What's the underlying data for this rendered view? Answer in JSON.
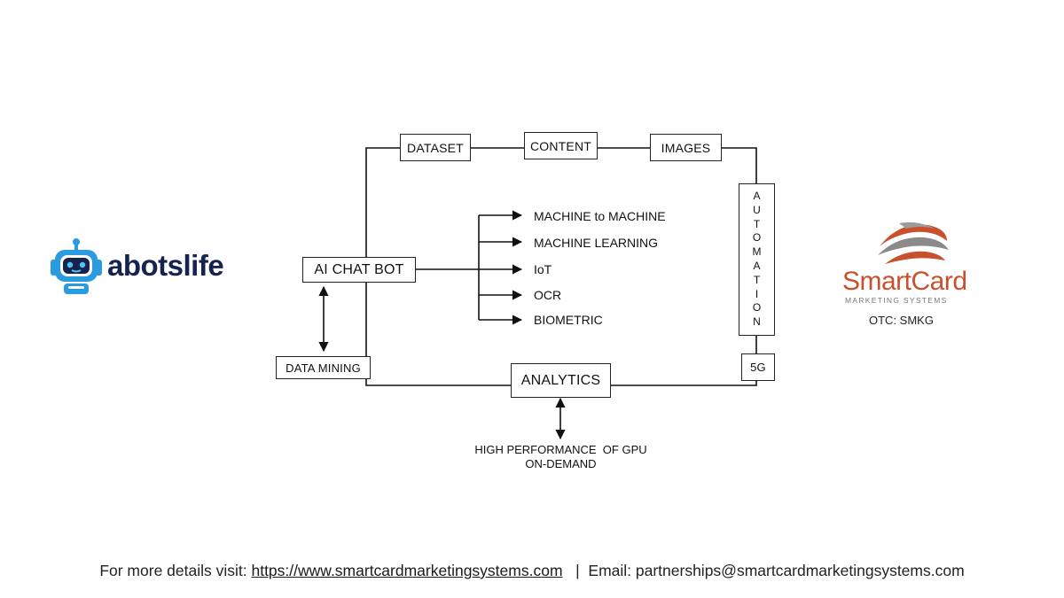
{
  "brand_left": {
    "name": "abotslife"
  },
  "brand_right": {
    "name": "SmartCard",
    "tagline": "MARKETING SYSTEMS",
    "ticker": "OTC: SMKG"
  },
  "diagram": {
    "top_boxes": [
      "DATASET",
      "CONTENT",
      "IMAGES"
    ],
    "center": "AI CHAT BOT",
    "branches": [
      "MACHINE to MACHINE",
      "MACHINE LEARNING",
      "IoT",
      "OCR",
      "BIOMETRIC"
    ],
    "data_mining": "DATA MINING",
    "analytics": "ANALYTICS",
    "automation_letters": [
      "A",
      "U",
      "T",
      "O",
      "M",
      "A",
      "T",
      "I",
      "O",
      "N"
    ],
    "five_g": "5G",
    "gpu_line1": "HIGH PERFORMANCE  OF GPU",
    "gpu_line2": "ON-DEMAND"
  },
  "footer": {
    "prefix": "For more details visit: ",
    "url": "https://www.smartcardmarketingsystems.com",
    "separator": "   |  ",
    "email": "Email: partnerships@smartcardmarketingsystems.com"
  }
}
